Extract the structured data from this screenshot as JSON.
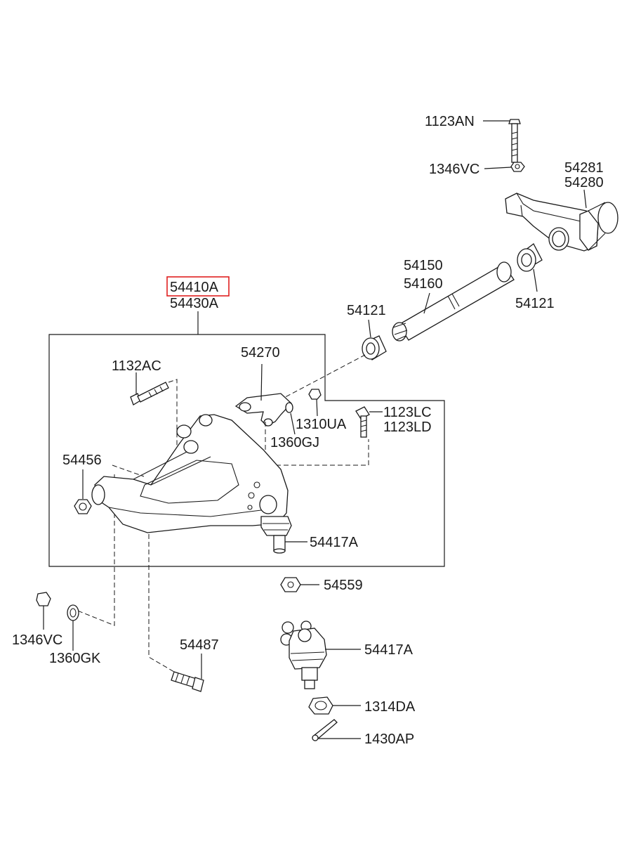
{
  "highlight_color": "#e02020",
  "labels": {
    "l_1123an": "1123AN",
    "l_1346vc_top": "1346VC",
    "l_54281": "54281",
    "l_54280": "54280",
    "l_54150": "54150",
    "l_54160": "54160",
    "l_54121_left": "54121",
    "l_54121_right": "54121",
    "l_54410a": "54410A",
    "l_54430a": "54430A",
    "l_54270": "54270",
    "l_1132ac": "1132AC",
    "l_1310ua": "1310UA",
    "l_1360gj": "1360GJ",
    "l_1123lc": "1123LC",
    "l_1123ld": "1123LD",
    "l_54456": "54456",
    "l_54417a_top": "54417A",
    "l_54559": "54559",
    "l_1346vc_bottom": "1346VC",
    "l_1360gk": "1360GK",
    "l_54487": "54487",
    "l_54417a_bottom": "54417A",
    "l_1314da": "1314DA",
    "l_1430ap": "1430AP"
  }
}
